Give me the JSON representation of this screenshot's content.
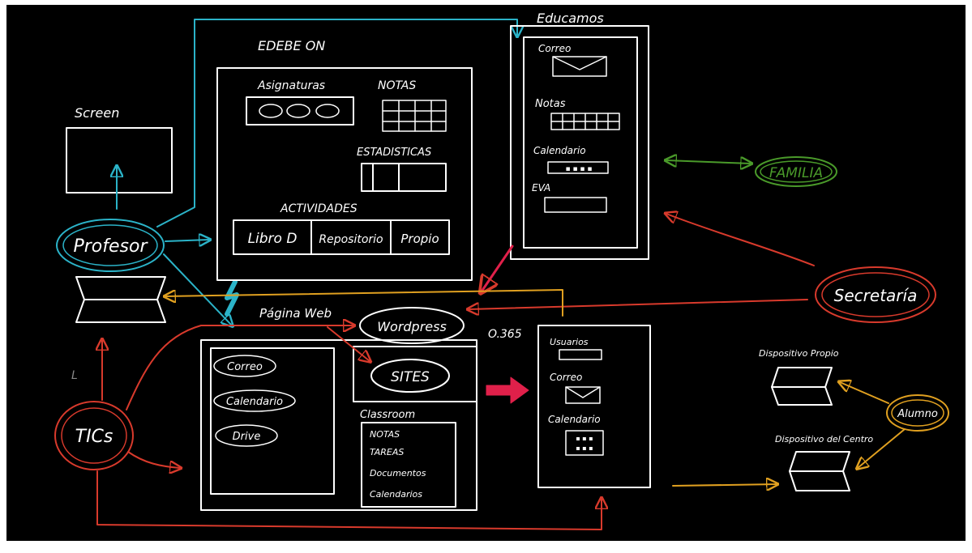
{
  "colors": {
    "background": "#000000",
    "ink": "#ffffff",
    "cyan": "#2bb3c8",
    "red": "#d83a2c",
    "orange": "#e0a020",
    "green": "#4a9a2a",
    "pink": "#e0204a"
  },
  "labels": {
    "screen": "Screen",
    "profesor": "Profesor",
    "edebe_on": "EDEBE ON",
    "asignaturas": "Asignaturas",
    "notas_edebe": "NOTAS",
    "estadisticas": "ESTADISTICAS",
    "actividades": "ACTIVIDADES",
    "libro_d": "Libro D",
    "repositorio": "Repositorio",
    "propio": "Propio",
    "educamos": "Educamos",
    "correo_educamos": "Correo",
    "notas_educamos": "Notas",
    "calendario_educamos": "Calendario",
    "eva": "EVA",
    "familia": "FAMILIA",
    "secretaria": "Secretaría",
    "pagina_web": "Página Web",
    "wordpress": "Wordpress",
    "sites": "SITES",
    "correo_google": "Correo",
    "calendario_google": "Calendario",
    "drive": "Drive",
    "classroom": "Classroom",
    "classroom_notas": "NOTAS",
    "classroom_tareas": "TAREAS",
    "classroom_documentos": "Documentos",
    "classroom_calendarios": "Calendarios",
    "o365": "O.365",
    "usuarios": "Usuarios",
    "correo_o365": "Correo",
    "calendario_o365": "Calendario",
    "tics": "TICs",
    "dispositivo_propio": "Dispositivo Propio",
    "dispositivo_centro": "Dispositivo del Centro",
    "alumno": "Alumno",
    "stray_l": "L"
  }
}
